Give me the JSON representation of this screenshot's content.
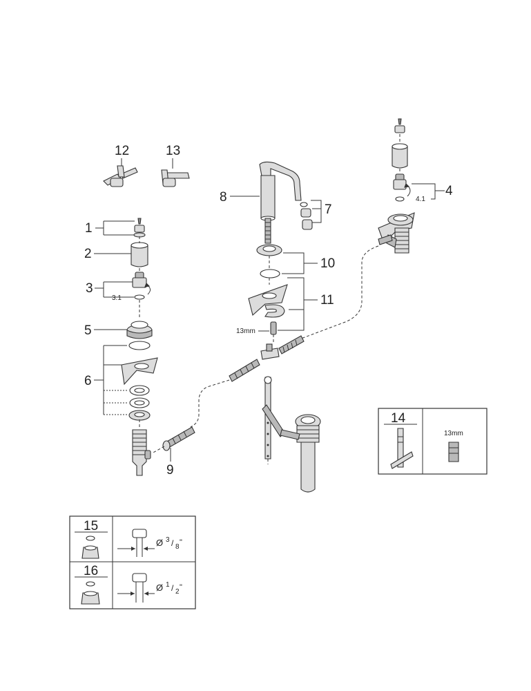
{
  "callouts": {
    "c1": "1",
    "c2": "2",
    "c3": "3",
    "c3_1": "3.1",
    "c4": "4",
    "c4_1": "4.1",
    "c5": "5",
    "c6": "6",
    "c7": "7",
    "c8": "8",
    "c9": "9",
    "c10": "10",
    "c11": "11",
    "c12": "12",
    "c13": "13"
  },
  "wrench_label": "13mm",
  "box14": {
    "number": "14",
    "nut_label": "13mm"
  },
  "box15": {
    "number": "15",
    "diameter_prefix": "Ø",
    "diameter_num": "3",
    "diameter_den": "8",
    "diameter_unit": "\""
  },
  "box16": {
    "number": "16",
    "diameter_prefix": "Ø",
    "diameter_num": "1",
    "diameter_den": "2",
    "diameter_unit": "\""
  },
  "colors": {
    "line": "#333333",
    "part_fill": "#b9b9b9",
    "light_fill": "#dcdcdc",
    "background": "#ffffff"
  }
}
